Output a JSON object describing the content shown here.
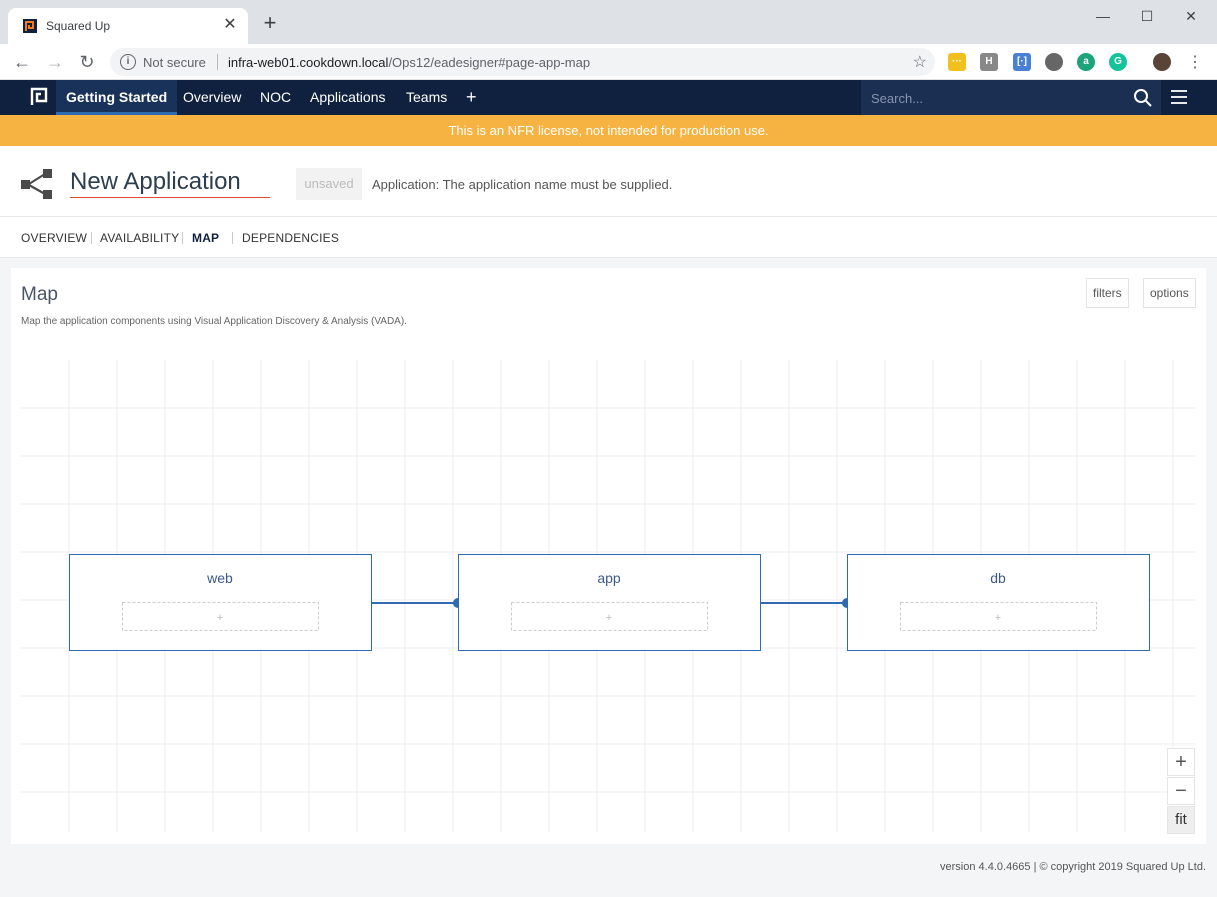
{
  "browser": {
    "tab_title": "Squared Up",
    "tab_close": "✕",
    "new_tab": "+",
    "win_min": "—",
    "win_max": "☐",
    "win_close": "✕",
    "back": "←",
    "forward": "→",
    "reload": "↻",
    "not_secure": "Not secure",
    "url_host": "infra-web01.cookdown.local",
    "url_path": "/Ops12/eadesigner#page-app-map",
    "extension_badge": "6"
  },
  "nav": {
    "items": [
      "Getting Started",
      "Overview",
      "NOC",
      "Applications",
      "Teams"
    ],
    "plus": "+",
    "search_placeholder": "Search..."
  },
  "banner": {
    "text": "This is an NFR license, not intended for production use."
  },
  "header": {
    "app_name": "New Application",
    "status": "unsaved",
    "validation": "Application: The application name must be supplied."
  },
  "subtabs": [
    "OVERVIEW",
    "AVAILABILITY",
    "MAP",
    "DEPENDENCIES"
  ],
  "map": {
    "title": "Map",
    "description": "Map the application components using Visual Application Discovery & Analysis (VADA).",
    "filters_label": "filters",
    "options_label": "options",
    "tiers": [
      {
        "name": "web",
        "add": "+"
      },
      {
        "name": "app",
        "add": "+"
      },
      {
        "name": "db",
        "add": "+"
      }
    ],
    "zoom_in": "+",
    "zoom_out": "−",
    "zoom_fit": "fit"
  },
  "footer": {
    "text": "version 4.4.0.4665 | © copyright 2019 Squared Up Ltd."
  },
  "colors": {
    "nav_bg": "#10213f",
    "banner_bg": "#f7b342",
    "connector": "#2f6bb0",
    "name_underline": "#e0492f"
  }
}
